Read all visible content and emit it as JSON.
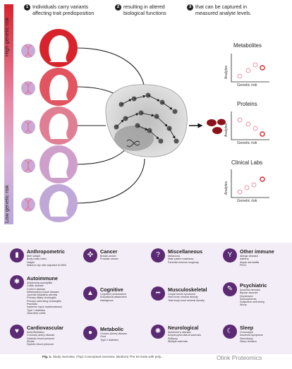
{
  "steps": [
    {
      "num": "1",
      "line1": "Individuals carry variants",
      "line2": "affecting trait predisposition"
    },
    {
      "num": "2",
      "line1": "resulting in altered",
      "line2": "biological functions"
    },
    {
      "num": "3",
      "line1": "that can be captured in",
      "line2": "measured analyte levels."
    }
  ],
  "risk": {
    "high": "High genetic risk",
    "low": "Low genetic risk"
  },
  "panels": [
    {
      "title": "Metabolites",
      "ylabel": "Analytes",
      "xlabel": "Genetic risk"
    },
    {
      "title": "Proteins",
      "ylabel": "Analytes",
      "xlabel": "Genetic risk"
    },
    {
      "title": "Clinical Labs",
      "ylabel": "Analytes",
      "xlabel": "Genetic risk"
    }
  ],
  "categories": [
    {
      "icon": "ruler-icon",
      "glyph": "▮",
      "title": "Anthropometric",
      "items": [
        "Birth weight",
        "Body mass index",
        "Height",
        "Waist-to-hip ratio adjusted for BMI"
      ]
    },
    {
      "icon": "ribbon-icon",
      "glyph": "✜",
      "title": "Cancer",
      "items": [
        "Breast cancer",
        "Prostate cancer"
      ]
    },
    {
      "icon": "question-icon",
      "glyph": "?",
      "title": "Miscellaneous",
      "items": [
        "Melanoma",
        "Male pattern baldness",
        "Parental extreme longevity"
      ]
    },
    {
      "icon": "antibody-icon",
      "glyph": "Y",
      "title": "Other immune",
      "items": [
        "Allergic disease",
        "Asthma",
        "Atopic dermatitis",
        "FEV1"
      ]
    },
    {
      "icon": "autoimmune-icon",
      "glyph": "✱",
      "title": "Autoimmune",
      "items": [
        "Ankylosing spondylitis",
        "Celiac disease",
        "Crohn's disease",
        "Inflammatory bowel disease",
        "Juvenile idiopathic arthritis",
        "Primary biliary cholangitis",
        "Primary sclerosing cholangitis",
        "Psoriasis",
        "Systemic lupus erythematosus",
        "Type 1 diabetes",
        "Ulcerative colitis"
      ]
    },
    {
      "icon": "graduation-cap-icon",
      "glyph": "▲",
      "title": "Cognitive",
      "items": [
        "Cognitive performance",
        "Educational attainment",
        "Intelligence"
      ]
    },
    {
      "icon": "bone-icon",
      "glyph": "━",
      "title": "Musculoskeletal",
      "items": [
        "Carpal tunnel syndrome",
        "Heel bone mineral density",
        "Total body bone mineral density"
      ]
    },
    {
      "icon": "mind-icon",
      "glyph": "✎",
      "title": "Psychiatric",
      "items": [
        "Anorexia nervosa",
        "Bipolar disorder",
        "Depression",
        "Schizophrenia",
        "Subjective well-being",
        "Worry"
      ]
    },
    {
      "icon": "heart-icon",
      "glyph": "♥",
      "title": "Cardiovascular",
      "items": [
        "Atrial fibrillation",
        "Coronary artery disease",
        "Diastolic blood pressure",
        "Stroke",
        "Systolic blood pressure"
      ]
    },
    {
      "icon": "apple-icon",
      "glyph": "●",
      "title": "Metabolic",
      "items": [
        "Chronic kidney disease",
        "Gout",
        "Type 2 diabetes"
      ]
    },
    {
      "icon": "neuron-icon",
      "glyph": "✺",
      "title": "Neurological",
      "items": [
        "Alzheimer's disease",
        "Amyotrophic lateral sclerosis",
        "Epilepsy",
        "Multiple sclerosis"
      ]
    },
    {
      "icon": "moon-icon",
      "glyph": "☾",
      "title": "Sleep",
      "items": [
        "Chronotype",
        "Insomnia symptoms",
        "Narcolepsy",
        "Sleep duration"
      ]
    }
  ],
  "caption": {
    "label": "Fig. 1.",
    "text": "Study overview. (Top) Conceptual overview. (Bottom) The 54 traits with poly..."
  },
  "brand": "Olink Proteomics",
  "colors": {
    "accent": "#d8232d",
    "purple": "#5b2a73",
    "lavender": "#c8a9d8",
    "pink": "#e8718f"
  }
}
